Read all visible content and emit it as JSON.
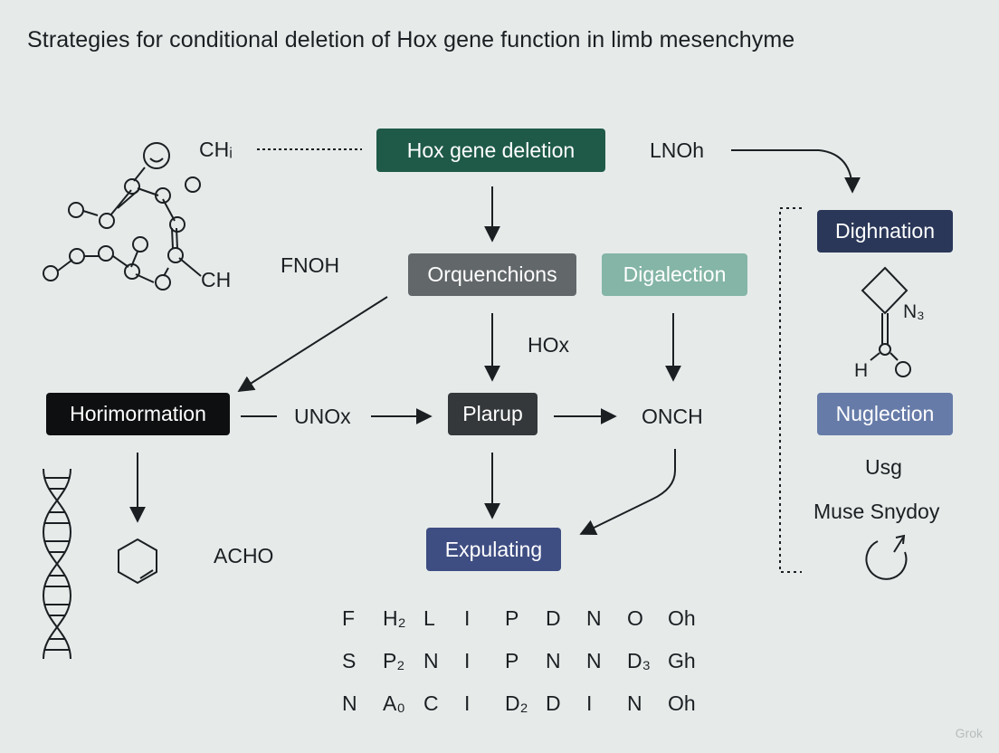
{
  "title": "Strategies for conditional deletion of Hox gene function in limb mesenchyme",
  "nodes": {
    "hox_deletion": "Hox gene deletion",
    "orquenchions": "Orquenchions",
    "digalection": "Digalection",
    "horimormation": "Horimormation",
    "plarup": "Plarup",
    "expulating": "Expulating",
    "dighnation": "Dighnation",
    "nuglection": "Nuglection"
  },
  "labels": {
    "ch_top": "CHᵢ",
    "lnoh": "LNOh",
    "fnoh": "FNOH",
    "ch_bottom": "CH",
    "hox": "HOx",
    "unox": "UNOx",
    "onch": "ONCH",
    "acho": "ACHO",
    "n3": "N₃",
    "h": "H",
    "o": "O",
    "usg": "Usg",
    "muse": "Muse Snydoy"
  },
  "grid": [
    [
      "F",
      "H₂",
      "L",
      "I",
      "P",
      "D",
      "N",
      "O",
      "Oh"
    ],
    [
      "S",
      "P₂",
      "N",
      "I",
      "P",
      "N",
      "N",
      "D₃",
      "Gh"
    ],
    [
      "N",
      "A₀",
      "C",
      "I",
      "D₂",
      "D",
      "I",
      "N",
      "Oh"
    ]
  ],
  "colors": {
    "hox_deletion": "#1f5a48",
    "orquenchions": "#62676a",
    "digalection": "#84b5a6",
    "horimormation": "#0d0f10",
    "plarup": "#34383b",
    "expulating": "#3e4d82",
    "dighnation": "#2a3759",
    "nuglection": "#667ba8"
  },
  "watermark": "Grok"
}
